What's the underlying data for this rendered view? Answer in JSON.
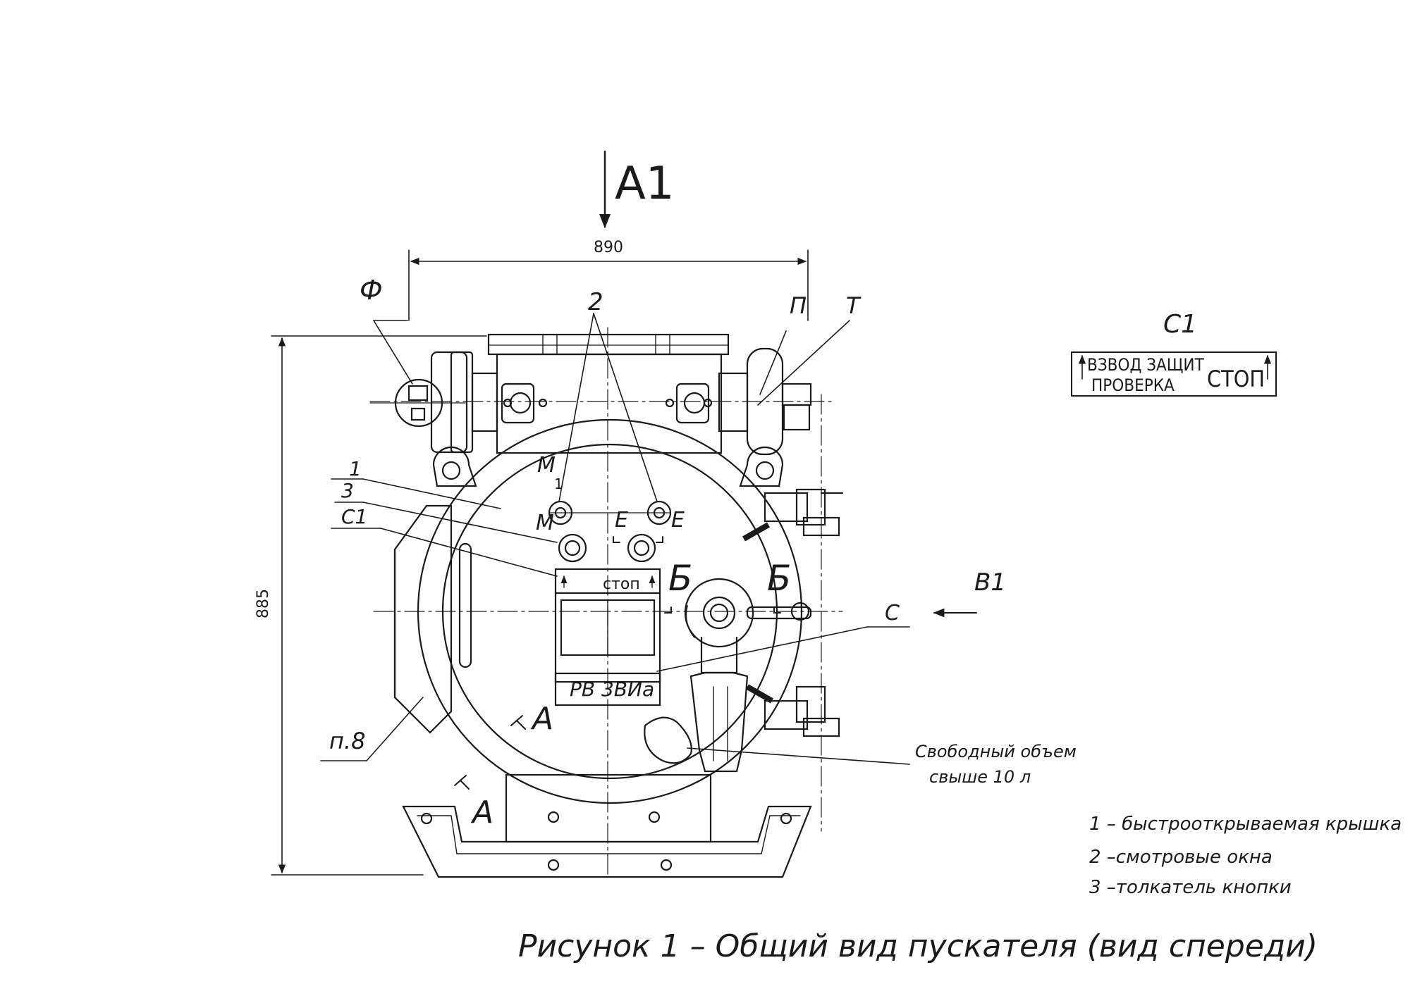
{
  "drawing": {
    "view_label": "А1",
    "view_b1": "В1",
    "section_b_left": "Б",
    "section_b_right": "Б",
    "dim_width": "890",
    "dim_height": "885"
  },
  "callouts": {
    "f": "Ф",
    "p": "П",
    "t": "Т",
    "two": "2",
    "one": "1",
    "three": "3",
    "c1": "С1",
    "m_upper": "М",
    "m_upper_sub": "1",
    "m_lower": "М",
    "e_upper": "Е",
    "e_lower": "Е",
    "c": "С",
    "a_left": "А",
    "a_bottom": "А",
    "p8": "п.8"
  },
  "panel_labels": {
    "stop": "стоп",
    "rv": "РВ 3ВИа"
  },
  "free_volume": {
    "line1": "Свободный объем",
    "line2": "свыше 10 л"
  },
  "c1_plate": {
    "title": "С1",
    "line1": "ВЗВОД ЗАЩИТ",
    "line2": "ПРОВЕРКА",
    "stop": "СТОП"
  },
  "legend": [
    "1 – быстрооткрываемая крышка",
    "2 –смотровые окна",
    "3 –толкатель кнопки"
  ],
  "caption": "Рисунок 1 –  Общий вид пускателя (вид спереди)",
  "colors": {
    "ink": "#1a1a1a",
    "paper": "#ffffff"
  }
}
